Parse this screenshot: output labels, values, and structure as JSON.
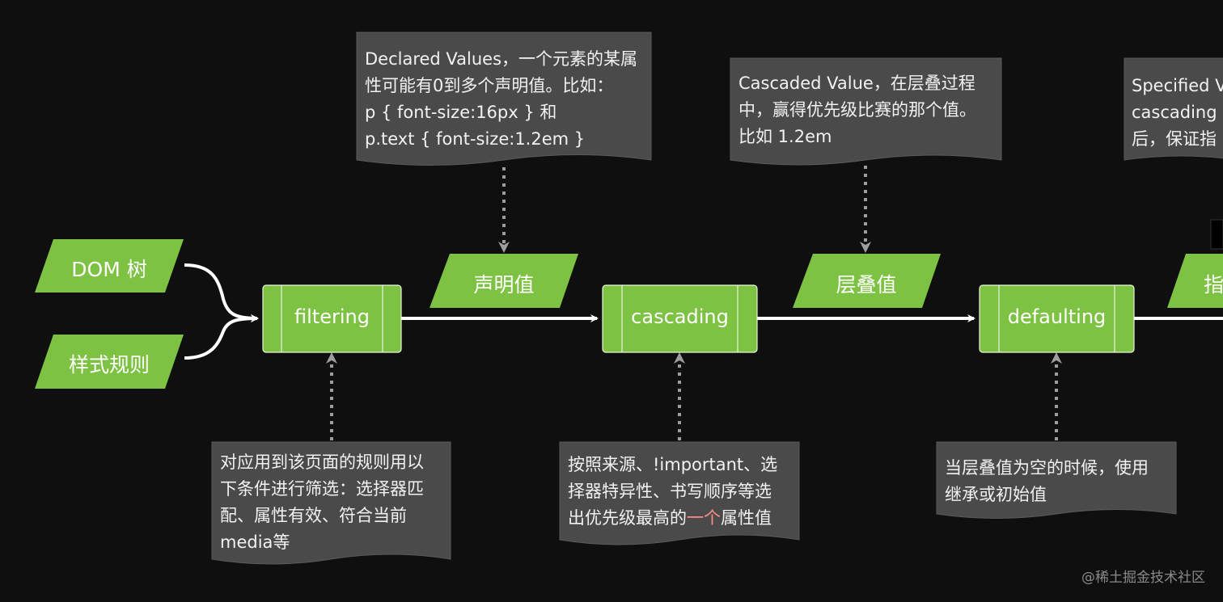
{
  "colors": {
    "background": "#0f0f0f",
    "process_fill": "#7dc242",
    "data_fill": "#7dc242",
    "note_fill": "#4a4a4a",
    "flow_line": "#ffffff",
    "dotted_arrow": "#9e9e9e",
    "highlight_text": "#ff8a8a"
  },
  "inputs": {
    "dom": "DOM 树",
    "styles": "样式规则"
  },
  "processes": {
    "filtering": "filtering",
    "cascading": "cascading",
    "defaulting": "defaulting"
  },
  "data_nodes": {
    "declared": "声明值",
    "cascaded": "层叠值",
    "specified": "指"
  },
  "notes": {
    "declared": "Declared Values，一个元素的某属\n性可能有0到多个声明值。比如：\np { font-size:16px } 和\np.text { font-size:1.2em }",
    "cascaded": "Cascaded Value，在层叠过程\n中，赢得优先级比赛的那个值。\n比如 1.2em",
    "specified": "Specified V\ncascading 和\n后，保证指",
    "filtering": "对应用到该页面的规则用以\n下条件进行筛选：选择器匹\n配、属性有效、符合当前\nmedia等",
    "cascading_line1": "按照来源、!important、选",
    "cascading_line2": "择器特异性、书写顺序等选",
    "cascading_line3_pre": "出优先级最高的",
    "cascading_line3_highlight": "一个",
    "cascading_line3_post": "属性值",
    "defaulting": "当层叠值为空的时候，使用\n继承或初始值"
  },
  "watermark": "@稀土掘金技术社区"
}
